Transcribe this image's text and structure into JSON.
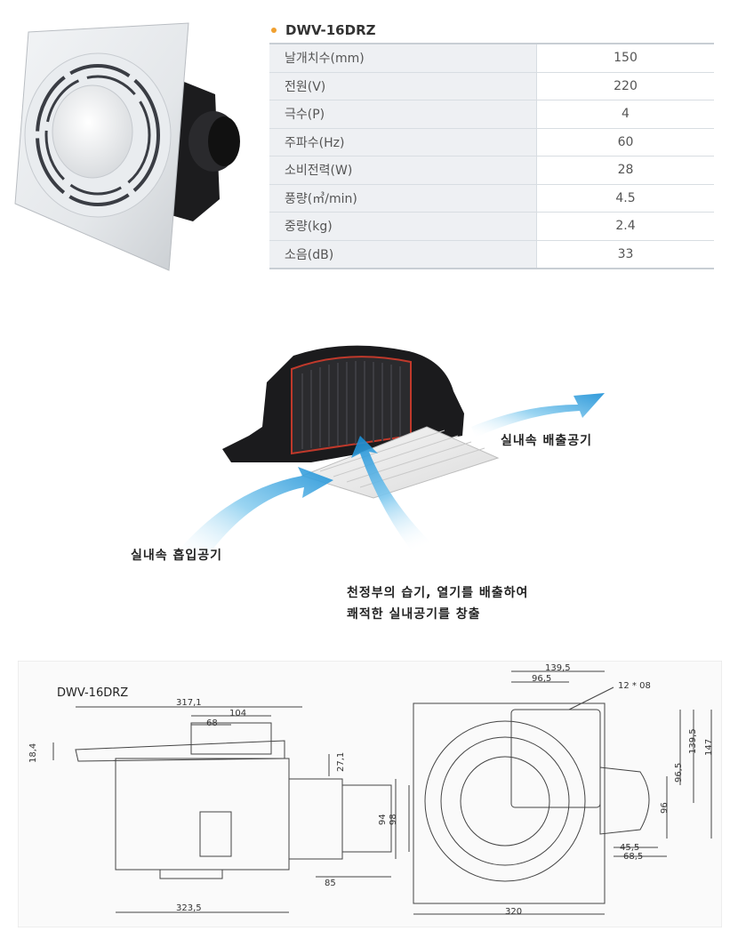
{
  "spec": {
    "model": "DWV-16DRZ",
    "rows": [
      {
        "label": "날개치수(mm)",
        "value": "150"
      },
      {
        "label": "전원(V)",
        "value": "220"
      },
      {
        "label": "극수(P)",
        "value": "4"
      },
      {
        "label": "주파수(Hz)",
        "value": "60"
      },
      {
        "label": "소비전력(W)",
        "value": "28"
      },
      {
        "label": "풍량(㎥/min)",
        "value": "4.5"
      },
      {
        "label": "중량(kg)",
        "value": "2.4"
      },
      {
        "label": "소음(dB)",
        "value": "33"
      }
    ]
  },
  "diagram": {
    "exhaust_label": "실내속 배출공기",
    "intake_label": "실내속 흡입공기",
    "note_line1": "천정부의 습기, 열기를 배출하여",
    "note_line2": "쾌적한 실내공기를 창출"
  },
  "drawing": {
    "model": "DWV-16DRZ",
    "dims": {
      "d317": "317,1",
      "d104": "104",
      "d68": "68",
      "d184": "18,4",
      "d271": "27,1",
      "d94": "94",
      "d98": "98",
      "d85": "85",
      "d3235": "323,5",
      "d1395a": "139,5",
      "d965a": "96,5",
      "hole": "12 * 08",
      "d1395b": "139,5",
      "d965b": "96,5",
      "d147": "147",
      "d96": "96",
      "d455": "45,5",
      "d685": "68,5",
      "d320": "320"
    }
  }
}
